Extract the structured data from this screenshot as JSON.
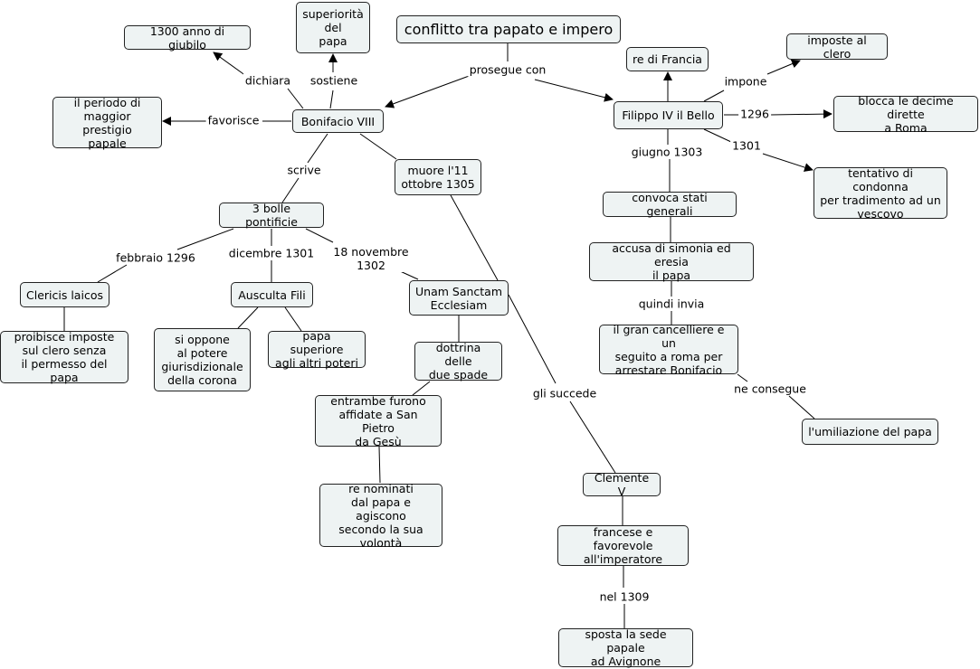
{
  "title": "conflitto tra papato e impero",
  "nodes": {
    "anno_giubilo": "1300 anno di giubilo",
    "superiorita": "superiorità\ndel\npapa",
    "periodo": "il periodo di\nmaggior prestigio\npapale",
    "bonifacio": "Bonifacio VIII",
    "re_francia": "re di Francia",
    "imposte": "imposte al clero",
    "filippo": "Filippo IV il Bello",
    "blocca": "blocca le decime dirette\na Roma",
    "tentativo": "tentativo di condonna\nper tradimento ad un\nvescovo",
    "muore": "muore l'11\nottobre 1305",
    "bolle": "3 bolle pontificie",
    "convoca": "convoca stati generali",
    "accusa": "accusa di simonia ed eresia\nil papa",
    "clericis": "Clericis laicos",
    "ausculta": "Ausculta Fili",
    "unam": "Unam Sanctam\nEcclesiam",
    "proibisce": "proibisce imposte\nsul clero senza\nil permesso del papa",
    "si_oppone": "si oppone\nal potere\ngiurisdizionale\ndella corona",
    "papa_superiore": "papa superiore\nagli altri poteri",
    "gran_cancelliere": "il gran cancelliere e un\nseguito a roma per\narrestare Bonifacio",
    "dottrina": "dottrina delle\ndue spade",
    "umiliazione": "l'umiliazione del papa",
    "entrambe": "entrambe furono\naffidate a San Pietro\nda Gesù",
    "clemente": "Clemente V",
    "re_nominati": "re nominati\ndal papa e agiscono\nsecondo la sua\nvolontà",
    "francese": "francese e favorevole\nall'imperatore",
    "sposta": "sposta la sede papale\nad Avignone"
  },
  "links": {
    "prosegue_con": "prosegue con",
    "dichiara": "dichiara",
    "sostiene": "sostiene",
    "favorisce": "favorisce",
    "impone": "impone",
    "y1296": "1296",
    "y1301": "1301",
    "giugno_1303": "giugno 1303",
    "scrive": "scrive",
    "febbraio_1296": "febbraio 1296",
    "dicembre_1301": "dicembre 1301",
    "nov_1302": "18 novembre\n1302",
    "quindi_invia": "quindi invia",
    "ne_consegue": "ne consegue",
    "gli_succede": "gli succede",
    "nel_1309": "nel 1309"
  }
}
